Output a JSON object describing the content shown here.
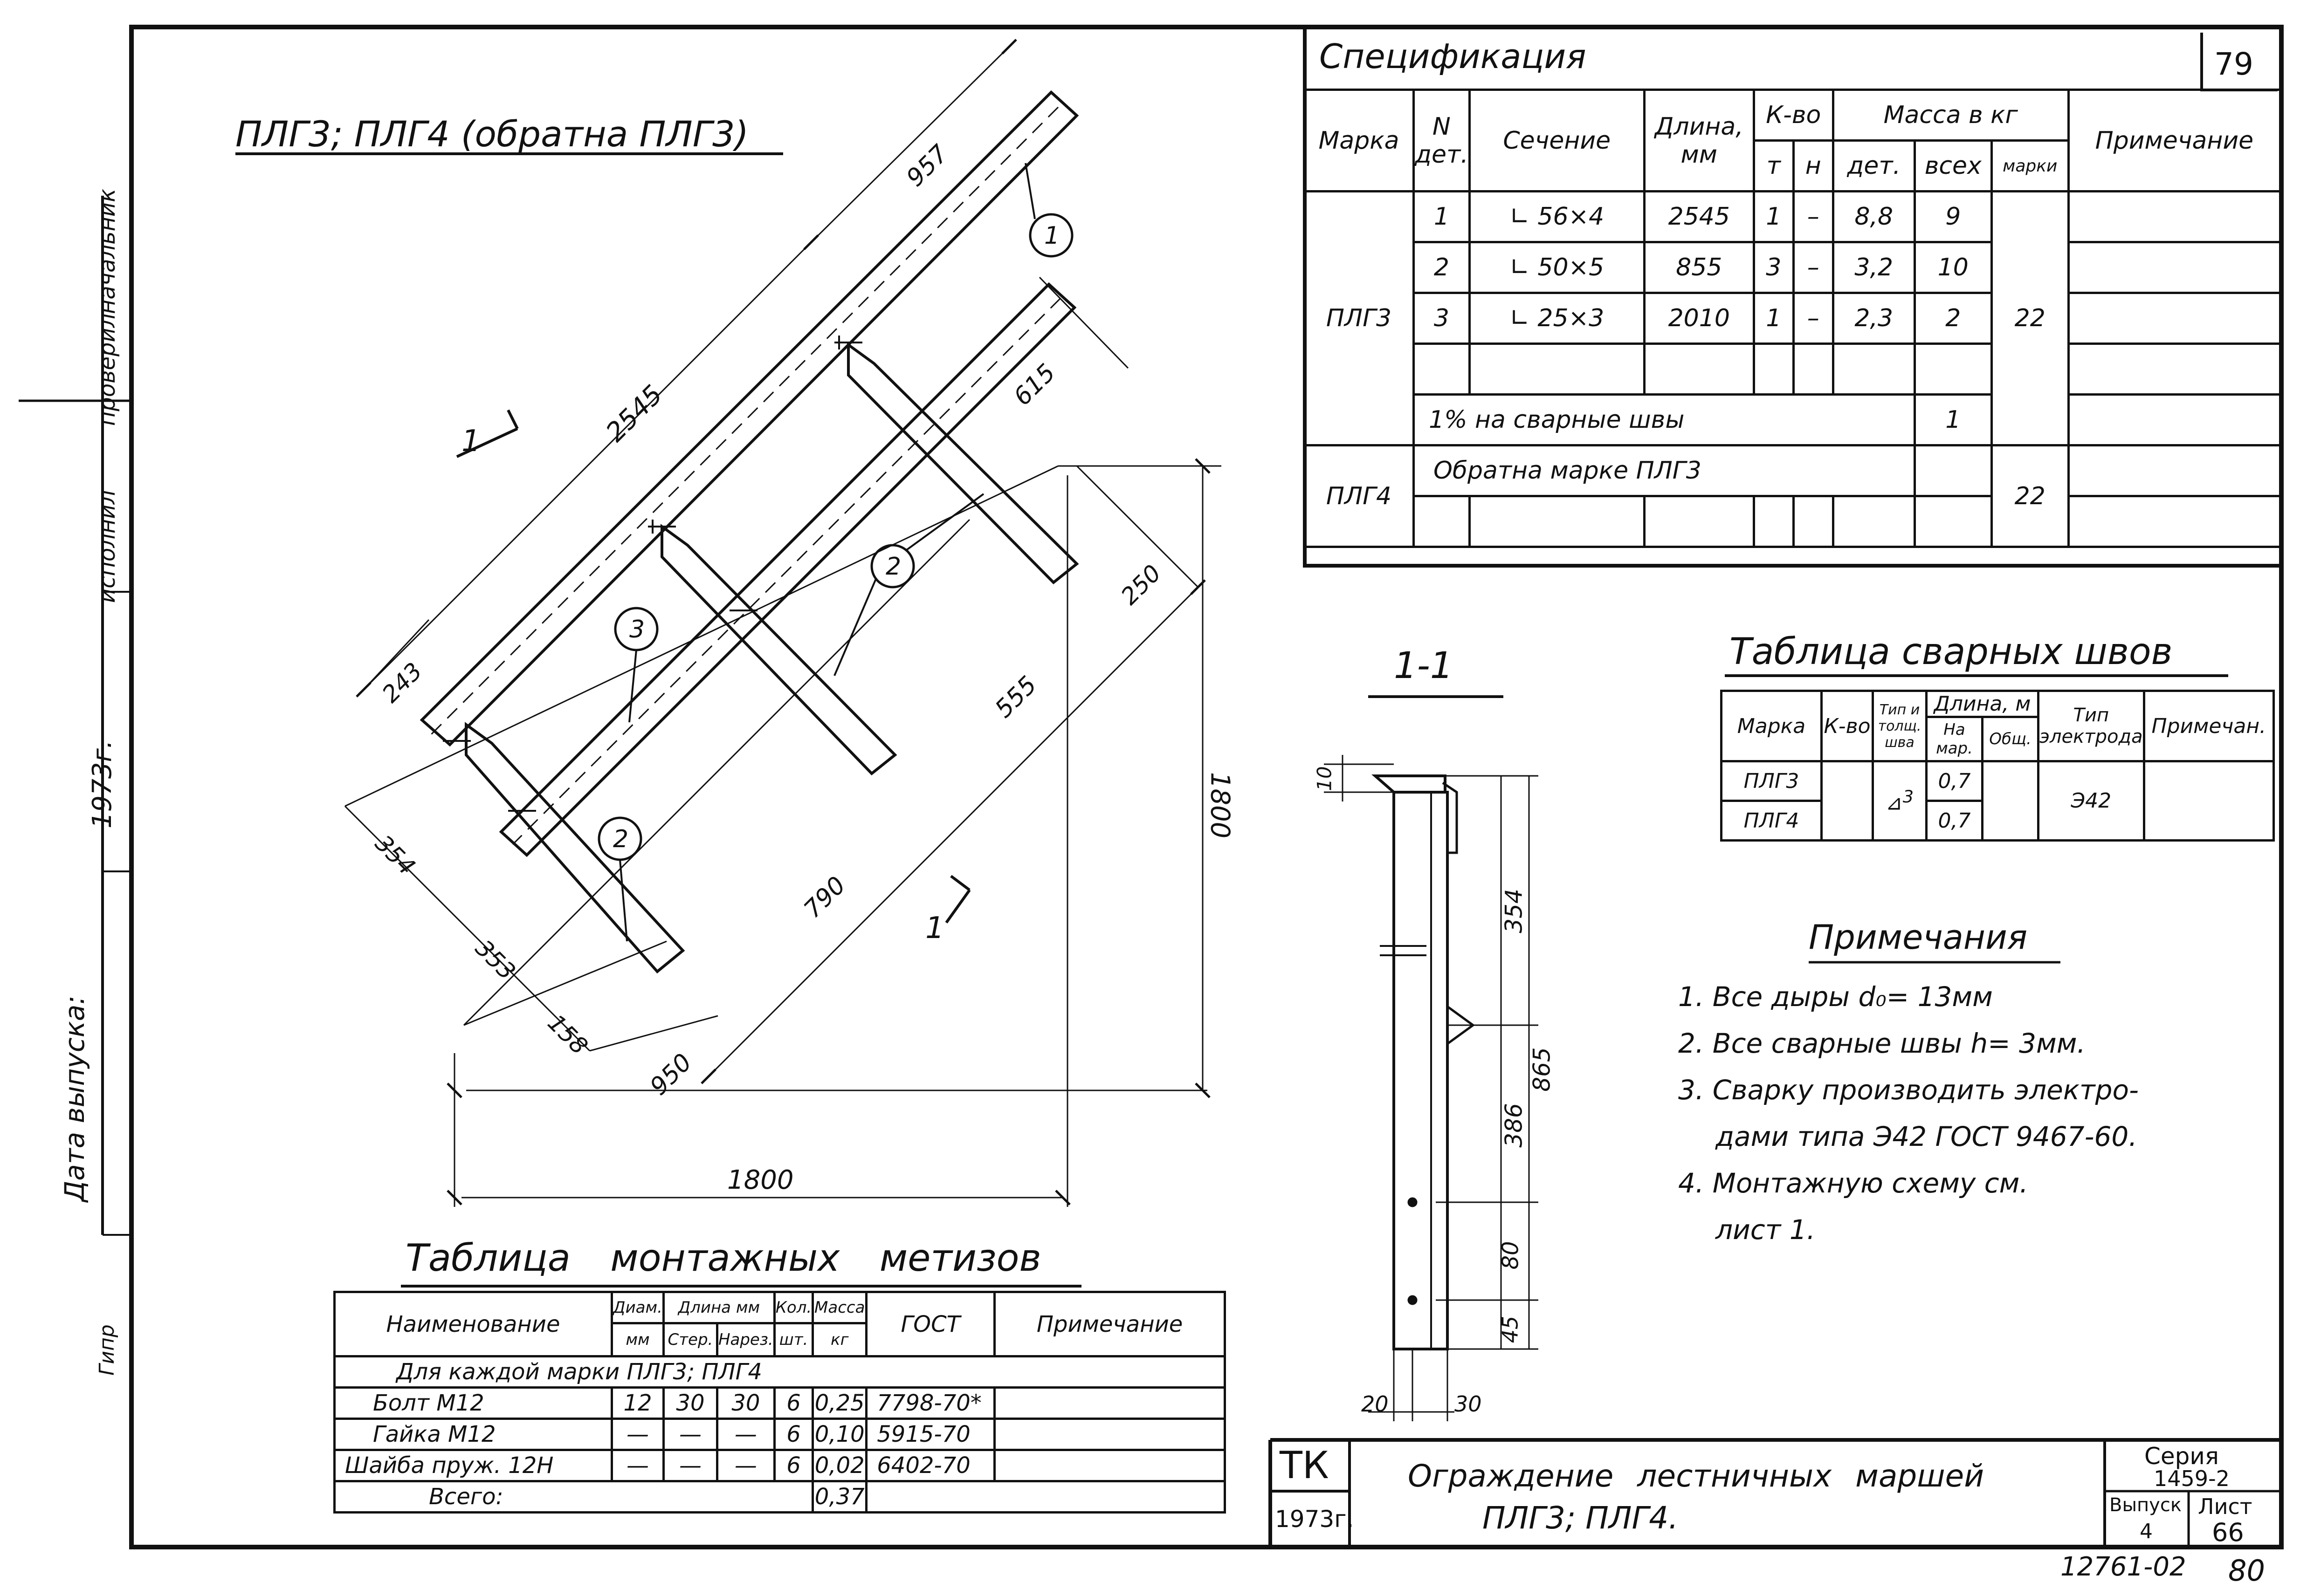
{
  "drawing_title": "ПЛГ3; ПЛГ4 (обратна ПЛГ3)",
  "section_title": "1-1",
  "section_marks": [
    "1",
    "1"
  ],
  "sheet_no": "79",
  "side_stamp": [
    "Дата выпуска:",
    "1973г.",
    "исполнил",
    "проверил",
    "начальник",
    "Гипр"
  ],
  "callouts": [
    "1",
    "2",
    "2",
    "3"
  ],
  "dims_main": [
    "957",
    "2545",
    "615",
    "243",
    "250",
    "555",
    "354",
    "353",
    "158",
    "790",
    "950",
    "1800",
    "1800"
  ],
  "dims_section": [
    "10",
    "354",
    "386",
    "865",
    "80",
    "45",
    "20",
    "30"
  ],
  "spec": {
    "title": "Спецификация",
    "headers": {
      "mark": "Марка",
      "det_no": "N дет.",
      "section": "Сечение",
      "length": "Длина, мм",
      "qty": "К-во",
      "qty_t": "т",
      "qty_n": "н",
      "mass": "Масса в кг",
      "mass_det": "дет.",
      "mass_all": "всех",
      "mass_mark": "марки",
      "note": "Примечание"
    },
    "rows": [
      {
        "det": "1",
        "section": "∟ 56×4",
        "length": "2545",
        "t": "1",
        "n": "–",
        "det_mass": "8,8",
        "all": "9"
      },
      {
        "det": "2",
        "section": "∟ 50×5",
        "length": "855",
        "t": "3",
        "n": "–",
        "det_mass": "3,2",
        "all": "10"
      },
      {
        "det": "3",
        "section": "∟ 25×3",
        "length": "2010",
        "t": "1",
        "n": "–",
        "det_mass": "2,3",
        "all": "2"
      }
    ],
    "mark1": "ПЛГ3",
    "mark1_mass": "22",
    "weld_row": "1% на сварные швы",
    "weld_mass": "1",
    "mark2": "ПЛГ4",
    "mark2_text": "Обратна марке ПЛГ3",
    "mark2_mass": "22"
  },
  "weld_table": {
    "title": "Таблица сварных швов",
    "headers": {
      "mark": "Марка",
      "qty": "К-во",
      "type": "Тип и толщ. шва",
      "length": "Длина, м",
      "len_mark": "На мар.",
      "len_total": "Общ.",
      "electrode": "Тип электрода",
      "note": "Примечан."
    },
    "rows": [
      {
        "mark": "ПЛГ3",
        "type": "3",
        "len": "0,7",
        "electrode": "Э42"
      },
      {
        "mark": "ПЛГ4",
        "len": "0,7"
      }
    ]
  },
  "notes": {
    "title": "Примечания",
    "items": [
      "1. Все дыры d₀= 13мм",
      "2. Все сварные швы h= 3мм.",
      "3. Сварку производить электро-",
      "дами типа Э42 ГОСТ 9467-60.",
      "4. Монтажную схему см.",
      "лист 1."
    ]
  },
  "bolt_table": {
    "title": "Таблица монтажных метизов",
    "headers": {
      "name": "Наименование",
      "diam": "Диам.",
      "diam_unit": "мм",
      "length": "Длина мм",
      "len_rod": "Стер.",
      "len_thread": "Нарез.",
      "qty": "Кол.",
      "qty_unit": "шт.",
      "mass": "Масса",
      "mass_unit": "кг",
      "gost": "ГОСТ",
      "note": "Примечание"
    },
    "group": "Для каждой марки ПЛГ3; ПЛГ4",
    "rows": [
      {
        "name": "Болт М12",
        "d": "12",
        "l1": "30",
        "l2": "30",
        "q": "6",
        "m": "0,25",
        "g": "7798-70*"
      },
      {
        "name": "Гайка М12",
        "d": "—",
        "l1": "—",
        "l2": "—",
        "q": "6",
        "m": "0,10",
        "g": "5915-70"
      },
      {
        "name": "Шайба пруж. 12Н",
        "d": "—",
        "l1": "—",
        "l2": "—",
        "q": "6",
        "m": "0,02",
        "g": "6402-70"
      }
    ],
    "total_label": "Всего:",
    "total_mass": "0,37"
  },
  "title_block": {
    "org": "ТК",
    "year": "1973г.",
    "title_line1": "Ограждение лестничных маршей",
    "title_line2": "ПЛГ3; ПЛГ4.",
    "series_label": "Серия",
    "series_value": "1459-2",
    "issue_label": "Выпуск",
    "issue_value": "4",
    "sheet_label": "Лист",
    "sheet_value": "66"
  },
  "bottom_code": "12761-02",
  "bottom_page": "80"
}
